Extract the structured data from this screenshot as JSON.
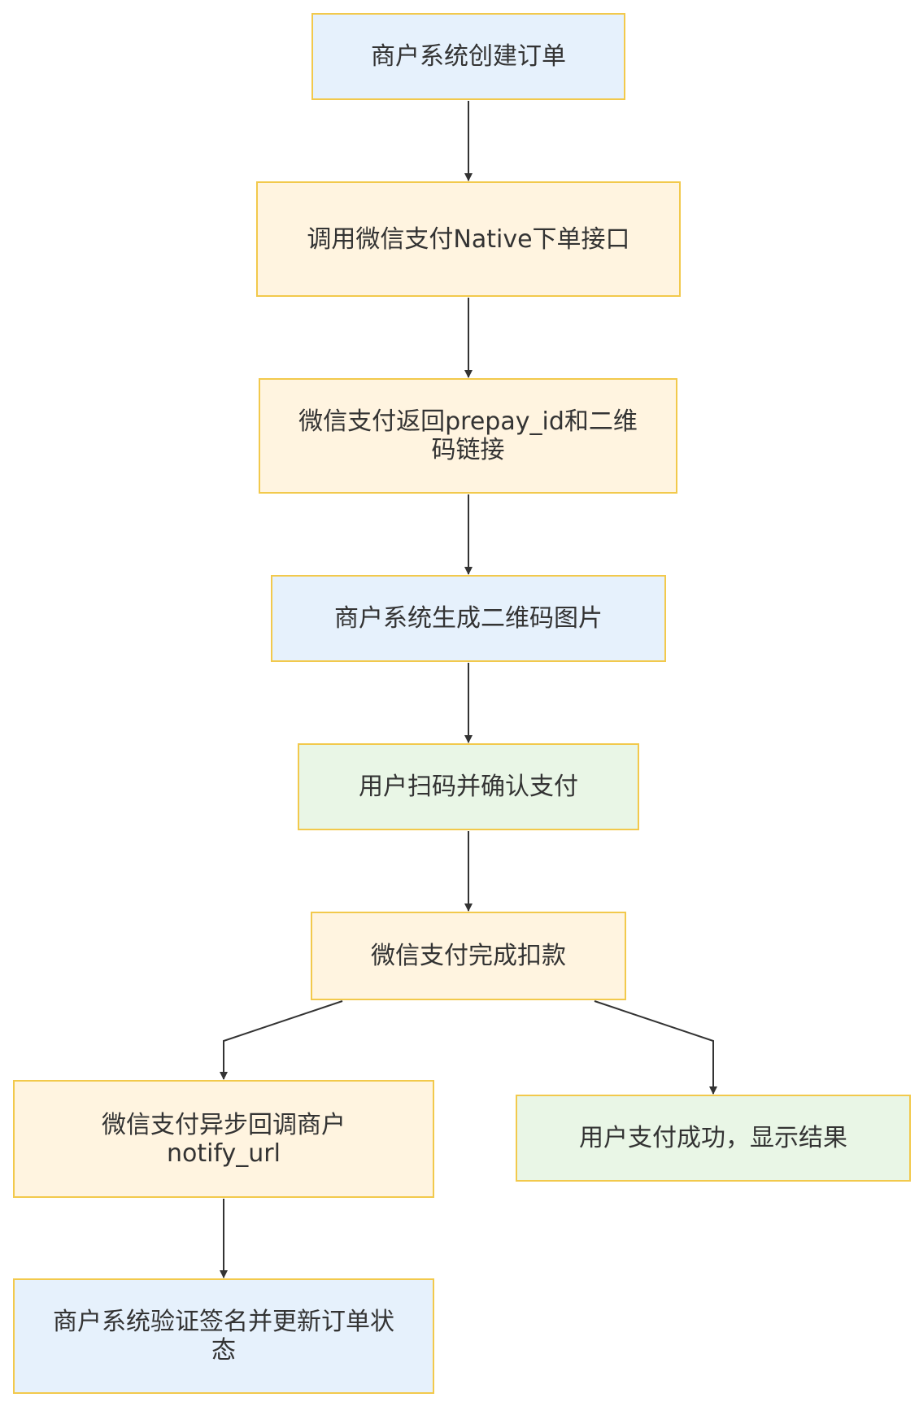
{
  "nodes": {
    "n1": {
      "label": "商户系统创建订单",
      "color": "#e6f1fc"
    },
    "n2": {
      "label": "调用微信支付Native下单接口",
      "color": "#fff4e0"
    },
    "n3": {
      "label": "微信支付返回prepay_id和二维码链接",
      "color": "#fff4e0"
    },
    "n4": {
      "label": "商户系统生成二维码图片",
      "color": "#e6f1fc"
    },
    "n5": {
      "label": "用户扫码并确认支付",
      "color": "#e9f6e6"
    },
    "n6": {
      "label": "微信支付完成扣款",
      "color": "#fff4e0"
    },
    "n7": {
      "label": "微信支付异步回调商户notify_url",
      "color": "#fff4e0"
    },
    "n8": {
      "label": "用户支付成功，显示结果",
      "color": "#e9f6e6"
    },
    "n9": {
      "label": "商户系统验证签名并更新订单状态",
      "color": "#e6f1fc"
    }
  },
  "edges": [
    {
      "from": "n1",
      "to": "n2"
    },
    {
      "from": "n2",
      "to": "n3"
    },
    {
      "from": "n3",
      "to": "n4"
    },
    {
      "from": "n4",
      "to": "n5"
    },
    {
      "from": "n5",
      "to": "n6"
    },
    {
      "from": "n6",
      "to": "n7"
    },
    {
      "from": "n6",
      "to": "n8"
    },
    {
      "from": "n7",
      "to": "n9"
    }
  ],
  "colors": {
    "border": "#f2c94c",
    "edge": "#333333"
  }
}
